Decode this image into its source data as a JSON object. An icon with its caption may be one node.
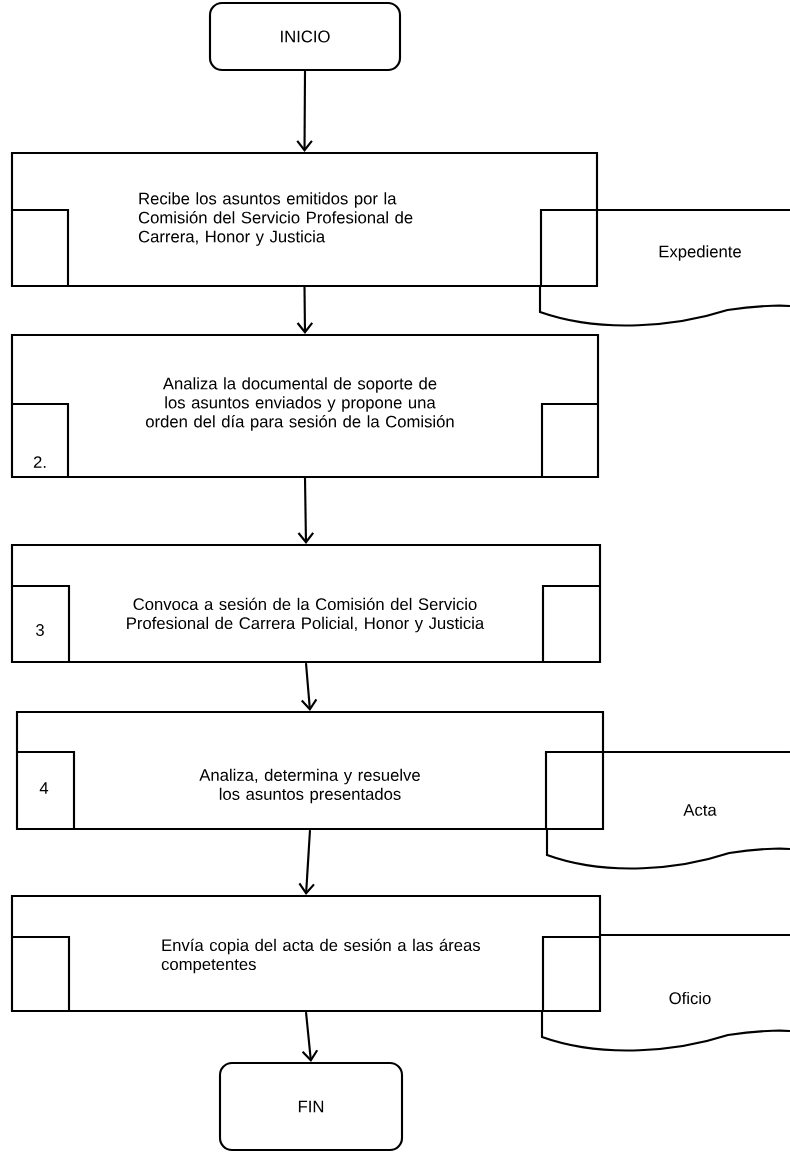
{
  "diagram": {
    "nodes": [
      {
        "text": [
          "INICIO"
        ]
      },
      {
        "text": [
          "Recibe los asuntos emitidos por la Comisión del Servicio Profesional de Carrera, Honor y Justicia"
        ]
      },
      {
        "text": [
          "Expediente"
        ]
      },
      {
        "text": [
          "Analiza la documental de soporte de los asuntos enviados y propone una orden del día para sesión de la Comisión",
          "2."
        ]
      },
      {
        "text": [
          "3",
          "Convoca a sesión de la Comisión del Servicio Profesional de Carrera Policial, Honor y Justicia"
        ]
      },
      {
        "text": [
          "4",
          "Analiza, determina y resuelve los asuntos presentados"
        ]
      },
      {
        "text": [
          "Acta"
        ]
      },
      {
        "text": [
          "Envía copia del acta de sesión a las áreas competentes"
        ]
      },
      {
        "text": [
          "Oficio"
        ]
      },
      {
        "text": [
          "FIN"
        ]
      }
    ],
    "edges": [
      {
        "from": 0,
        "to": 1,
        "arrow": "to"
      },
      {
        "from": 1,
        "to": 3,
        "arrow": "to"
      },
      {
        "from": 3,
        "to": 4,
        "arrow": "to"
      },
      {
        "from": 4,
        "to": 5,
        "arrow": "to"
      },
      {
        "from": 5,
        "to": 7,
        "arrow": "to"
      },
      {
        "from": 7,
        "to": 9,
        "arrow": "to"
      }
    ]
  }
}
